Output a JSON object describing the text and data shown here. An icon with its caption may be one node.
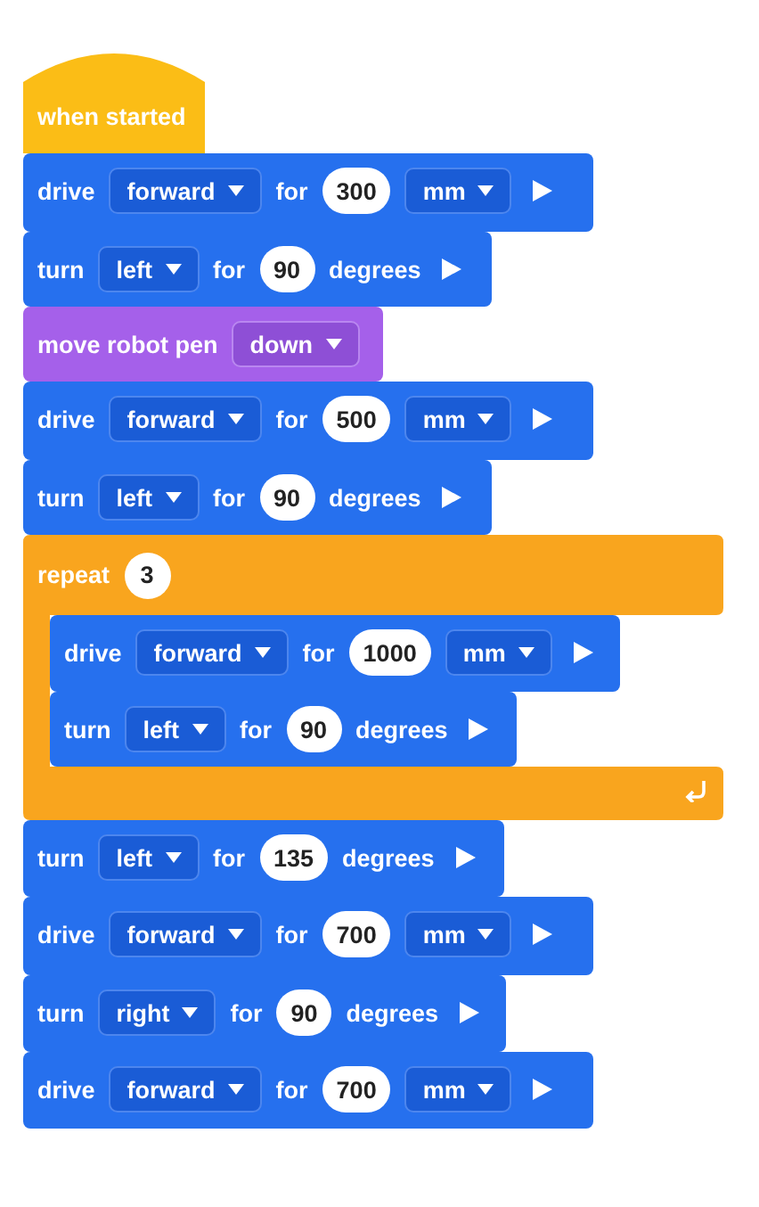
{
  "diagram": {
    "nodes": [
      {
        "text": [
          "when started"
        ]
      },
      {
        "text": [
          "drive",
          "forward",
          "for",
          "300",
          "mm"
        ]
      },
      {
        "text": [
          "turn",
          "left",
          "for",
          "90",
          "degrees"
        ]
      },
      {
        "text": [
          "move robot pen",
          "down"
        ]
      },
      {
        "text": [
          "drive",
          "forward",
          "for",
          "500",
          "mm"
        ]
      },
      {
        "text": [
          "turn",
          "left",
          "for",
          "90",
          "degrees"
        ]
      },
      {
        "text": [
          "repeat",
          "3"
        ]
      },
      {
        "text": [
          "drive",
          "forward",
          "for",
          "1000",
          "mm"
        ],
        "in": 6
      },
      {
        "text": [
          "turn",
          "left",
          "for",
          "90",
          "degrees"
        ],
        "in": 6
      },
      {
        "text": [
          "turn",
          "left",
          "for",
          "135",
          "degrees"
        ]
      },
      {
        "text": [
          "drive",
          "forward",
          "for",
          "700",
          "mm"
        ]
      },
      {
        "text": [
          "turn",
          "right",
          "for",
          "90",
          "degrees"
        ]
      },
      {
        "text": [
          "drive",
          "forward",
          "for",
          "700",
          "mm"
        ]
      }
    ]
  }
}
